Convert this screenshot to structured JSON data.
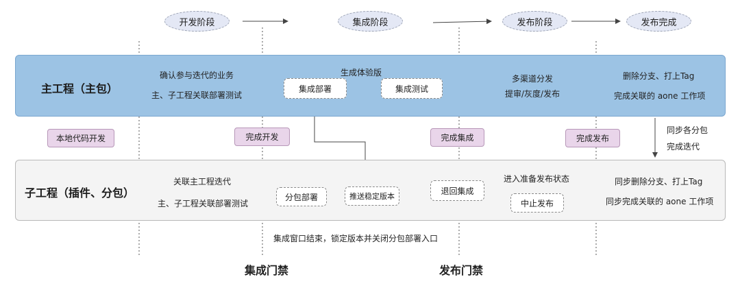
{
  "phases": {
    "dev": "开发阶段",
    "integration": "集成阶段",
    "release": "发布阶段",
    "release_done": "发布完成"
  },
  "main_lane": {
    "title": "主工程（主包）",
    "dev_line1": "确认参与迭代的业务",
    "dev_line2": "主、子工程关联部署测试",
    "gen_build": "生成体验版",
    "integrate_deploy": "集成部署",
    "integrate_test": "集成测试",
    "release_line1": "多渠道分发",
    "release_line2": "提审/灰度/发布",
    "done_line1": "删除分支、打上Tag",
    "done_line2": "完成关联的 aone 工作项"
  },
  "middle": {
    "local_dev": "本地代码开发",
    "dev_complete": "完成开发",
    "integration_complete": "完成集成",
    "release_complete": "完成发布",
    "sync_line1": "同步各分包",
    "sync_line2": "完成迭代"
  },
  "sub_lane": {
    "title": "子工程（插件、分包）",
    "dev_line1": "关联主工程迭代",
    "dev_line2": "主、子工程关联部署测试",
    "subpkg_deploy": "分包部署",
    "push_stable": "推送稳定版本",
    "rollback": "退回集成",
    "prepare_release": "进入准备发布状态",
    "abort_release": "中止发布",
    "done_line1": "同步删除分支、打上Tag",
    "done_line2": "同步完成关联的 aone 工作项"
  },
  "footer": {
    "window_note": "集成窗口结束，锁定版本并关闭分包部署入口",
    "integration_gate": "集成门禁",
    "release_gate": "发布门禁"
  }
}
